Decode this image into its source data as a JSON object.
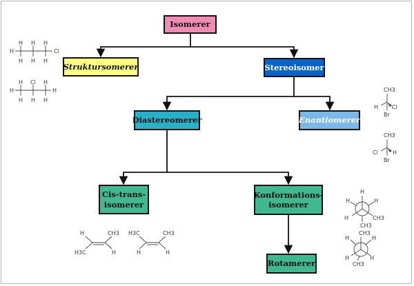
{
  "title": "Isomerer",
  "nodes": {
    "isomerer": {
      "label": "Isomerer",
      "color": "#f08cb4"
    },
    "strukturisomerer": {
      "label": "Struktursomerer",
      "color": "#ffff80"
    },
    "stereoisomer": {
      "label": "Stereoisomer",
      "color": "#0a64c8"
    },
    "diastereomerer": {
      "label": "Diastereomerer",
      "color": "#2ab0c8"
    },
    "enantiomerer": {
      "label": "Enantiomerer",
      "color": "#7ab8ea"
    },
    "cis_trans": {
      "label": "Cis-trans-\nisomerer",
      "color": "#40b890"
    },
    "konformation": {
      "label": "Konformations-\nisomerer",
      "color": "#40b890"
    },
    "rotamerer": {
      "label": "Rotamerer",
      "color": "#40b890"
    }
  },
  "molecules": {
    "propyl_chloride": {
      "H": "H",
      "Cl": "Cl"
    },
    "isopropyl_chloride": {
      "H": "H",
      "Cl": "Cl"
    },
    "enantiomer_1": {
      "CH3": "CH3",
      "H": "H",
      "Cl": "Cl",
      "Br": "Br"
    },
    "enantiomer_2": {
      "CH3": "CH3",
      "Cl": "Cl",
      "H": "H",
      "Br": "Br"
    },
    "cis_butene": {
      "H3C": "H3C",
      "CH3": "CH3",
      "H": "H"
    },
    "trans_butene": {
      "H3C": "H3C",
      "CH3": "CH3",
      "H": "H"
    },
    "newman_staggered": {
      "H": "H",
      "CH3": "CH3"
    },
    "newman_eclipsed": {
      "H": "H",
      "CH3": "CH3"
    }
  },
  "colors": {
    "border": "#111111",
    "connector": "#111111",
    "frame": "#b4b4b4",
    "structure": "#444444"
  }
}
